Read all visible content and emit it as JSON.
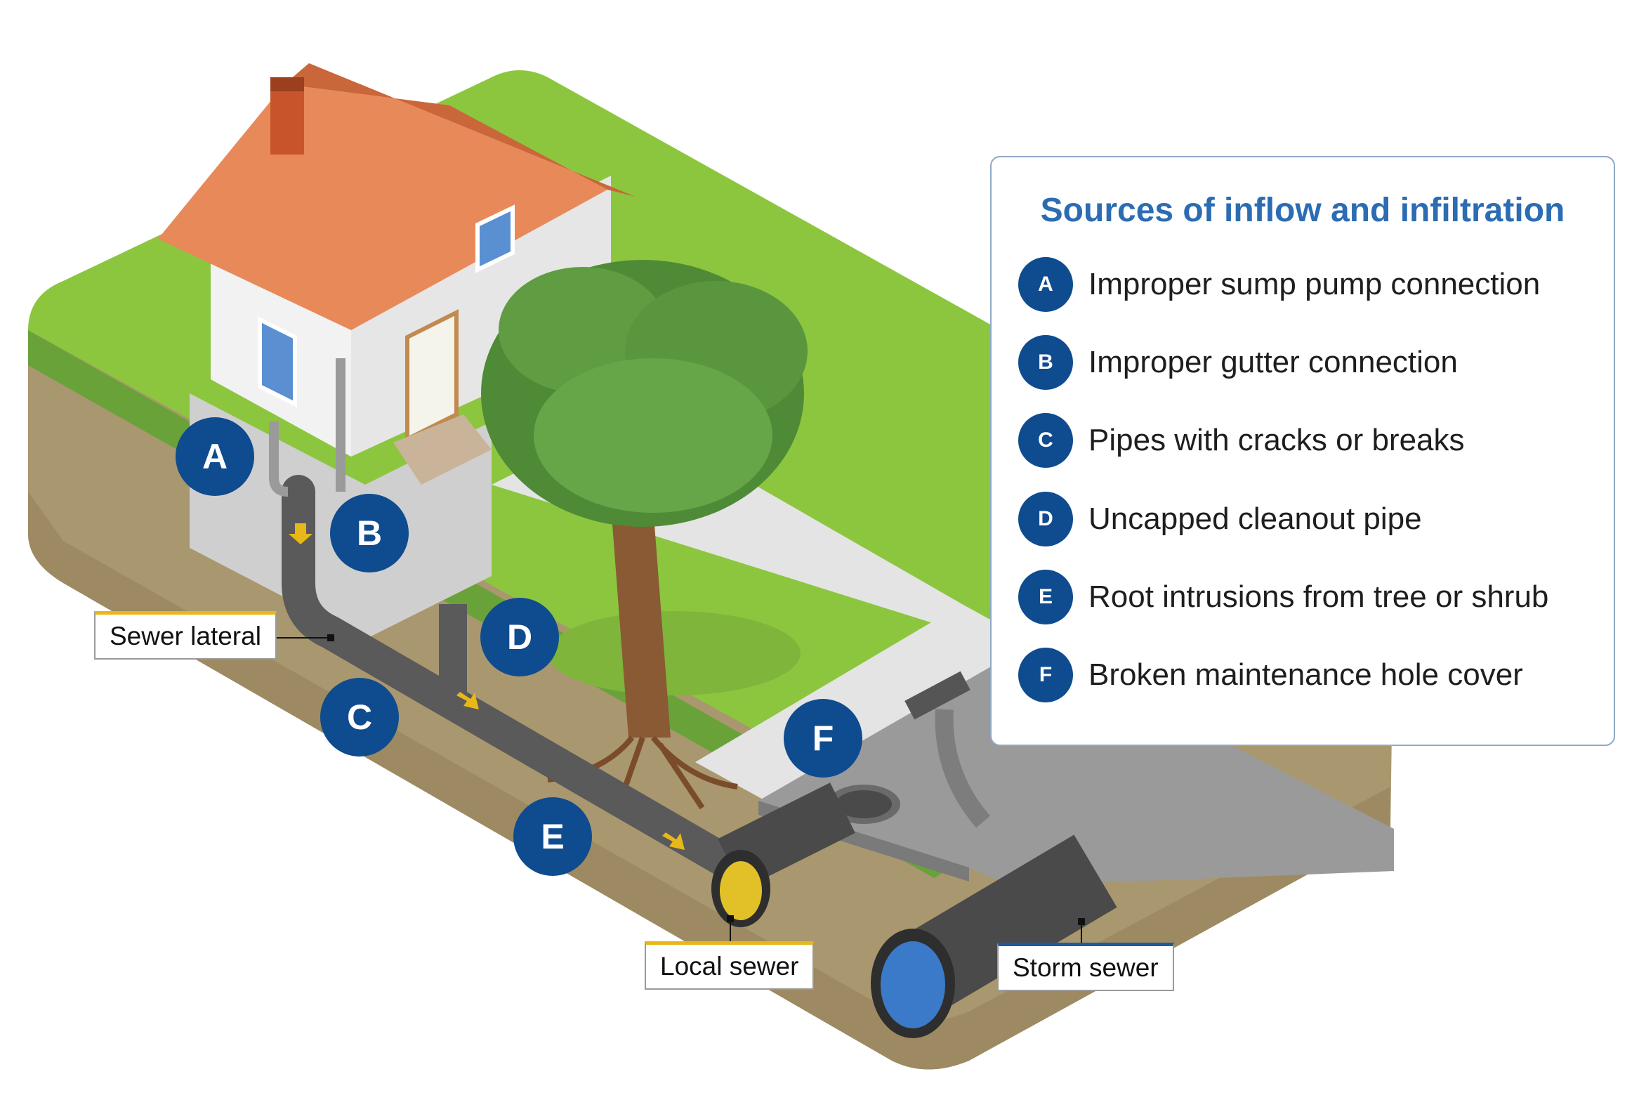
{
  "legend": {
    "title": "Sources of inflow and infiltration",
    "items": [
      {
        "letter": "A",
        "text": "Improper sump pump connection"
      },
      {
        "letter": "B",
        "text": "Improper gutter connection"
      },
      {
        "letter": "C",
        "text": "Pipes with cracks or breaks"
      },
      {
        "letter": "D",
        "text": "Uncapped cleanout pipe"
      },
      {
        "letter": "E",
        "text": "Root intrusions from tree or shrub"
      },
      {
        "letter": "F",
        "text": "Broken maintenance hole cover"
      }
    ]
  },
  "callouts": {
    "a": "A",
    "b": "B",
    "c": "C",
    "d": "D",
    "e": "E",
    "f": "F"
  },
  "labels": {
    "sewer_lateral": "Sewer lateral",
    "local_sewer": "Local sewer",
    "storm_sewer": "Storm sewer"
  },
  "colors": {
    "callout": "#0f4b8f",
    "title": "#2b6cb3",
    "grass": "#8cc63f",
    "soil": "#b29f80",
    "roof": "#e8895a",
    "local_sewer_marker": "#e8b818",
    "storm_sewer_marker": "#1f5a9c"
  }
}
